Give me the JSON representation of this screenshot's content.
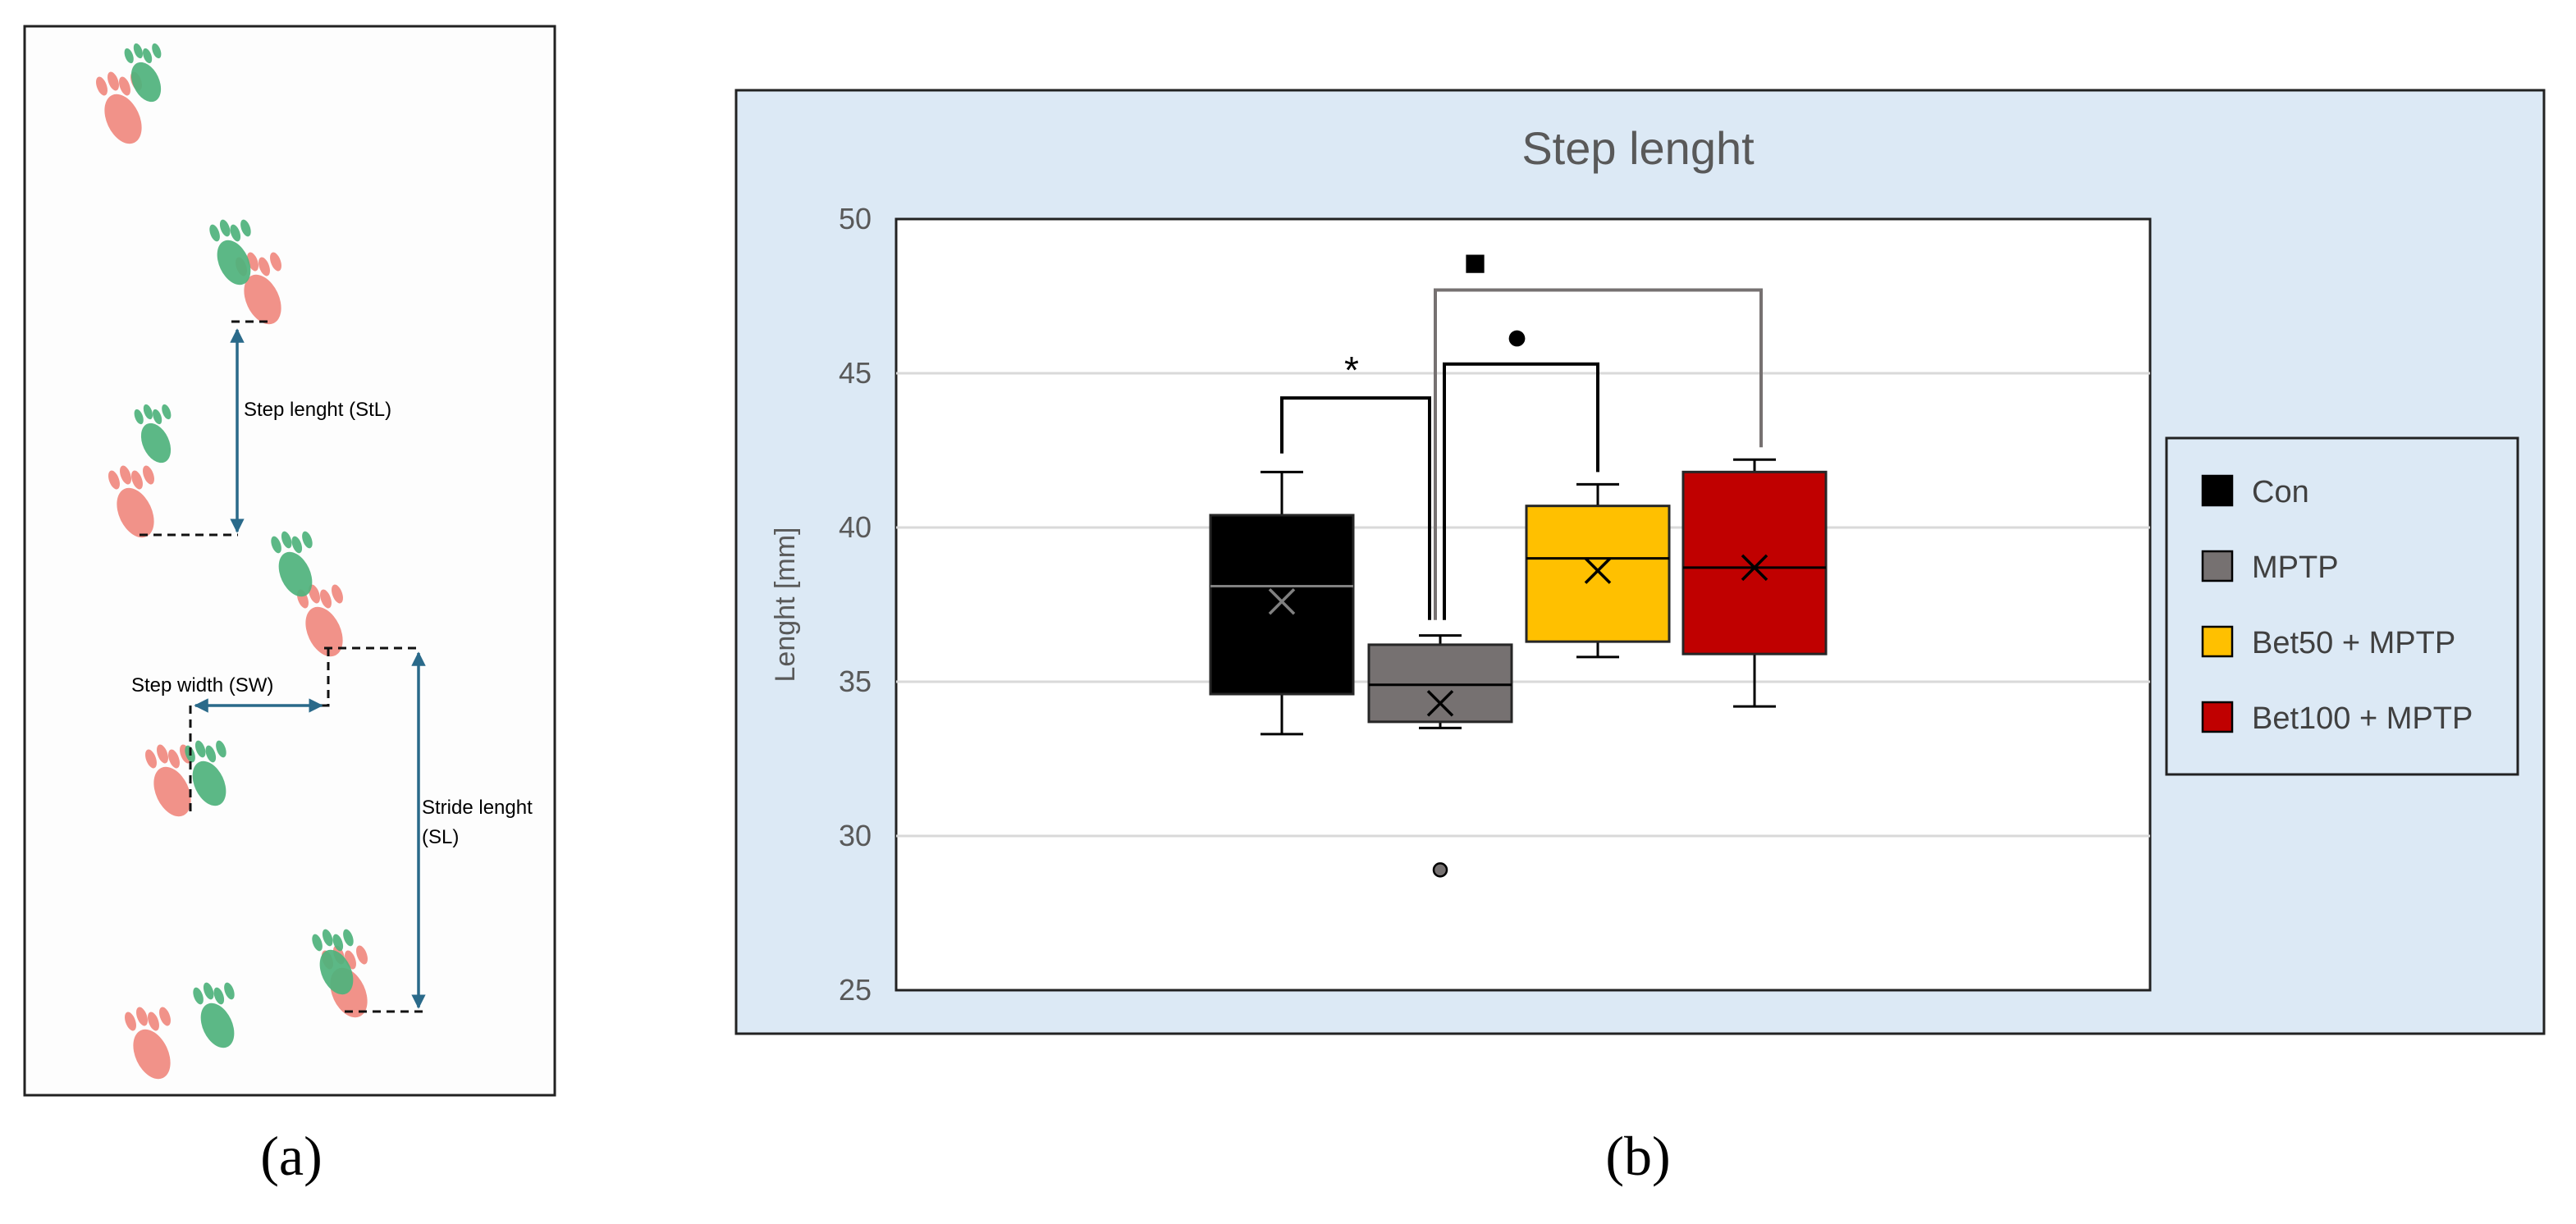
{
  "panels": {
    "a_label": "(a)",
    "b_label": "(b)"
  },
  "panel_a": {
    "annotations": {
      "step_length": "Step lenght (StL)",
      "step_width": "Step width (SW)",
      "stride_length_line1": "Stride lenght",
      "stride_length_line2": "(SL)"
    },
    "colors": {
      "hind_paw": "#f08a80",
      "fore_paw": "#4fb37c",
      "arrow": "#2a6a8a"
    }
  },
  "chart_data": {
    "type": "box",
    "title": "Step lenght",
    "ylabel": "Lenght [mm]",
    "xlabel": "",
    "ylim": [
      25,
      50
    ],
    "yticks": [
      25,
      30,
      35,
      40,
      45,
      50
    ],
    "grid": true,
    "legend_placement": "right",
    "series": [
      {
        "name": "Con",
        "color": "#000000",
        "min": 33.3,
        "q1": 34.6,
        "median": 38.1,
        "q3": 40.4,
        "max": 41.8,
        "mean": 37.6,
        "outliers": []
      },
      {
        "name": "MPTP",
        "color": "#767171",
        "min": 33.5,
        "q1": 33.7,
        "median": 34.9,
        "q3": 36.2,
        "max": 36.5,
        "mean": 34.3,
        "outliers": [
          28.9
        ]
      },
      {
        "name": "Bet50 + MPTP",
        "color": "#ffc000",
        "min": 35.8,
        "q1": 36.3,
        "median": 39.0,
        "q3": 40.7,
        "max": 41.4,
        "mean": 38.6,
        "outliers": []
      },
      {
        "name": "Bet100 + MPTP",
        "color": "#c00000",
        "min": 34.2,
        "q1": 35.9,
        "median": 38.7,
        "q3": 41.8,
        "max": 42.2,
        "mean": 38.7,
        "outliers": []
      }
    ],
    "significance": [
      {
        "from": 0,
        "to": 1,
        "level": 44.2,
        "symbol": "*"
      },
      {
        "from": 1,
        "to": 2,
        "level": 45.3,
        "symbol": "●"
      },
      {
        "from": 1,
        "to": 3,
        "level": 47.7,
        "symbol": "■"
      }
    ]
  }
}
